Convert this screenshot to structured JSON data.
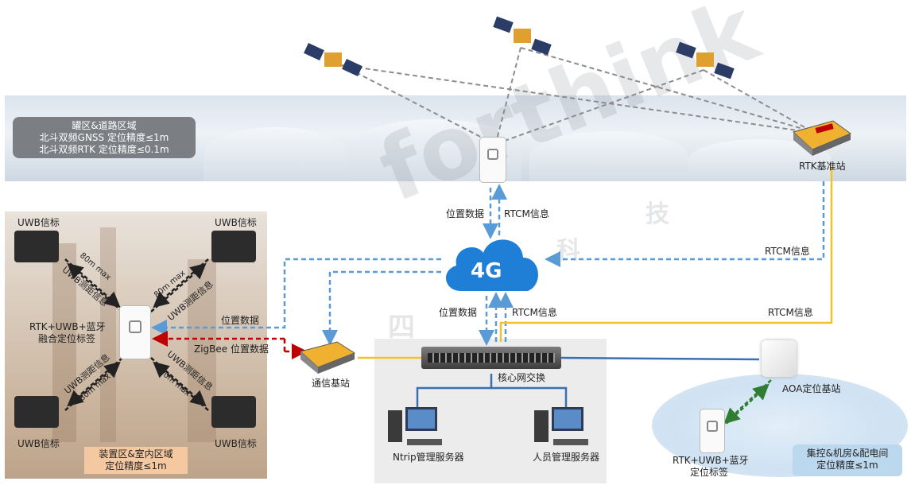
{
  "region_top": {
    "line1": "罐区&道路区域",
    "line2": "北斗双频GNSS  定位精度≤1m",
    "line3": "北斗双频RTK  定位精度≤0.1m"
  },
  "rtk_station_label": "RTK基准站",
  "cloud_label": "4G",
  "edges": {
    "pos_data_top": "位置数据",
    "rtcm_top": "RTCM信息",
    "pos_data_mid": "位置数据",
    "rtcm_mid": "RTCM信息",
    "rtcm_right1": "RTCM信息",
    "rtcm_right2": "RTCM信息",
    "pos_data_left": "位置数据",
    "zigbee": "ZigBee 位置数据"
  },
  "uwb": {
    "tl": "UWB信标",
    "tr": "UWB信标",
    "bl": "UWB信标",
    "br": "UWB信标",
    "range": "80m  max",
    "measure": "UWB测距信息"
  },
  "fusion_tag": {
    "line1": "RTK+UWB+蓝牙",
    "line2": "融合定位标签"
  },
  "comm_station": "通信基站",
  "core_switch": "核心网交换",
  "ntrip_server": "Ntrip管理服务器",
  "personnel_server": "人员管理服务器",
  "aoa_station": "AOA定位基站",
  "bottom_tag": {
    "line1": "RTK+UWB+蓝牙",
    "line2": "定位标签"
  },
  "plant_region": {
    "line1": "装置区&室内区域",
    "line2": "定位精度≤1m"
  },
  "machine_room": {
    "line1": "集控&机房&配电间",
    "line2": "定位精度≤1m"
  },
  "watermark": "forthink",
  "watermark_cn": [
    "四",
    "科",
    "技"
  ],
  "colors": {
    "blue_link": "#5b9bd5",
    "gold_link": "#f2c12e",
    "red_link": "#c00000",
    "dark_link": "#222222",
    "grey_link": "#8c8c8c",
    "green_link": "#2e7d32"
  }
}
